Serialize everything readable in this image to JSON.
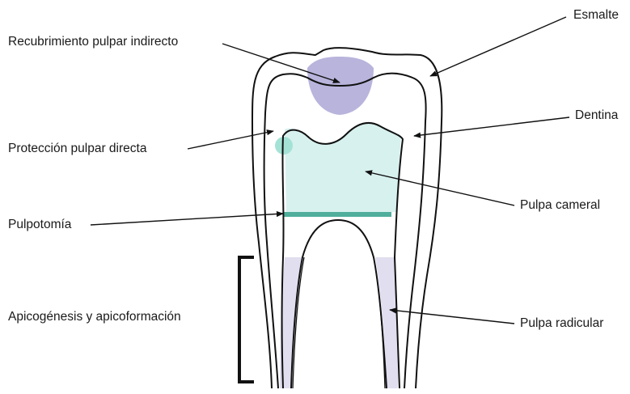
{
  "labels": {
    "esmalte": "Esmalte",
    "recubrimiento": "Recubrimiento pulpar indirecto",
    "dentina": "Dentina",
    "proteccion": "Protección pulpar directa",
    "pulpa_cameral": "Pulpa cameral",
    "pulpotomia": "Pulpotomía",
    "apicogenesis": "Apicogénesis y apicoformación",
    "pulpa_radicular": "Pulpa radicular"
  },
  "colors": {
    "outline": "#111111",
    "cameral_pulp": "#d7f1ee",
    "radicular_pulp": "#e1def0",
    "indirect_capping": "#b8b4dc",
    "direct_capping": "#a5e2d6",
    "pulpotomy_band": "#4fae9c"
  }
}
